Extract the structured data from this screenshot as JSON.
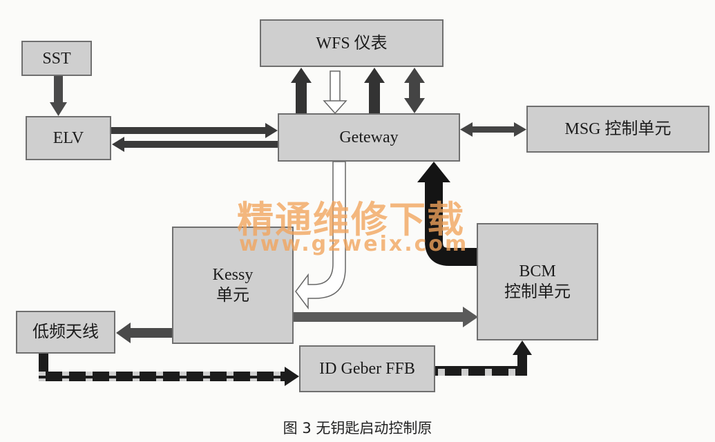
{
  "nodes": {
    "sst": "SST",
    "elv": "ELV",
    "wfs": "WFS 仪表",
    "gateway": "Geteway",
    "msg": "MSG 控制单元",
    "kessy_line1": "Kessy",
    "kessy_line2": "单元",
    "bcm_line1": "BCM",
    "bcm_line2": "控制单元",
    "low_freq_antenna": "低频天线",
    "id_geber": "ID Geber FFB"
  },
  "watermark": {
    "text": "精通维修下载",
    "url": "www.gzweix.com"
  },
  "caption": "图 3  无钥匙启动控制原"
}
